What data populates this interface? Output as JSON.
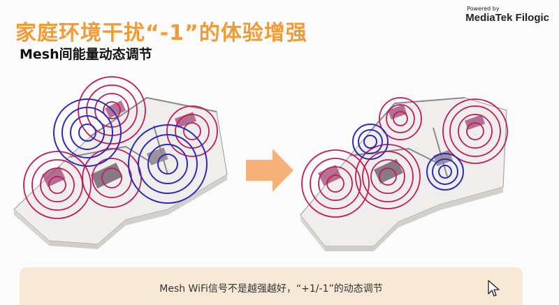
{
  "slide": {
    "title": "家庭环境干扰“-1”的体验增强",
    "subtitle": "Mesh间能量动态调节",
    "powered_by": "Powered by",
    "brand": "MediaTek Filogic",
    "caption": "Mesh WiFi信号不是越强越好，“+1/-1”的动态调节"
  },
  "colors": {
    "title": "#f39a33",
    "arrow": "#f7b27a",
    "banner": "#f8e8d6",
    "ring_blue": "#2b2bb8",
    "ring_red": "#c4195a"
  },
  "icons": {
    "arrow": "right-arrow-icon",
    "cursor": "mouse-cursor-icon"
  }
}
